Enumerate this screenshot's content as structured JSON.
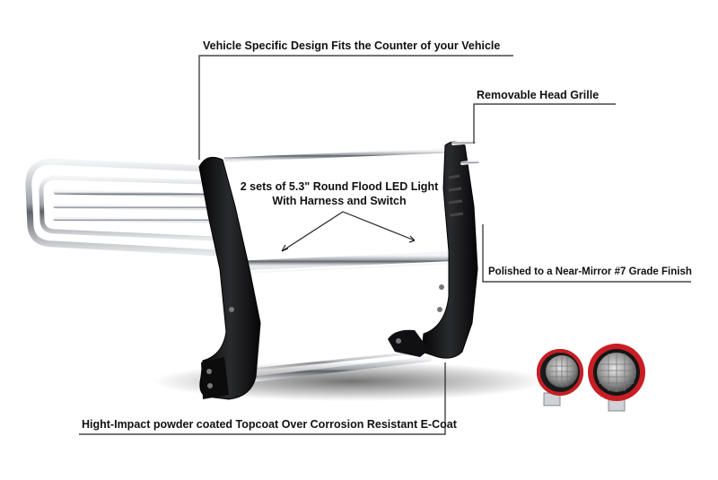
{
  "callouts": {
    "design": "Vehicle Specific Design Fits the Counter of your Vehicle",
    "grille": "Removable Head Grille",
    "lights_line1": "2 sets of 5.3\" Round Flood LED Light",
    "lights_line2": "With Harness and Switch",
    "finish": "Polished to a Near-Mirror #7 Grade Finish",
    "coating": "Hight-Impact powder coated Topcoat Over Corrosion Resistant E-Coat"
  },
  "colors": {
    "chrome": "#c9ccd0",
    "chrome_dark": "#6d7075",
    "frame_black": "#141416",
    "light_red": "#c81e24",
    "callout_line": "#222222"
  }
}
